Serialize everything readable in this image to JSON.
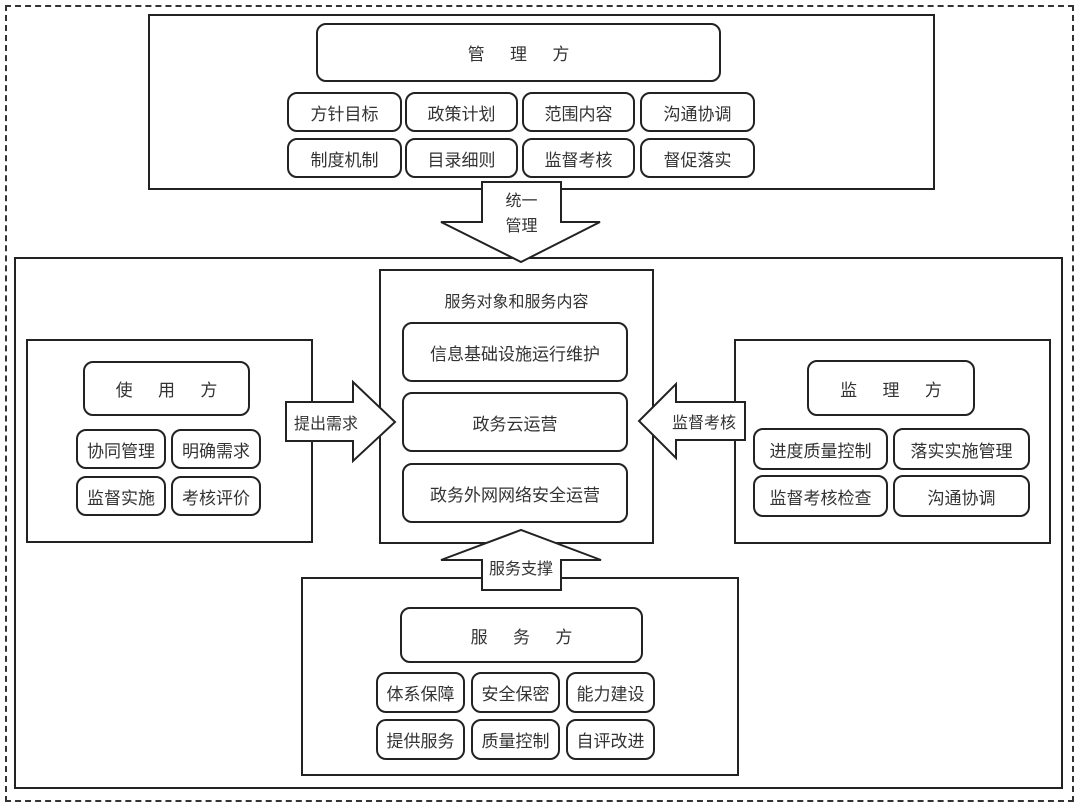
{
  "management": {
    "title": "管 理 方",
    "items": [
      "方针目标",
      "政策计划",
      "范围内容",
      "沟通协调",
      "制度机制",
      "目录细则",
      "监督考核",
      "督促落实"
    ]
  },
  "arrows": {
    "unified": [
      "统一",
      "管理"
    ],
    "demand": "提出需求",
    "supervise": "监督考核",
    "support": "服务支撑"
  },
  "service_content": {
    "title": "服务对象和服务内容",
    "items": [
      "信息基础设施运行维护",
      "政务云运营",
      "政务外网网络安全运营"
    ]
  },
  "user": {
    "title": "使 用 方",
    "items": [
      "协同管理",
      "明确需求",
      "监督实施",
      "考核评价"
    ]
  },
  "supervisor": {
    "title": "监 理 方",
    "items": [
      "进度质量控制",
      "落实实施管理",
      "监督考核检查",
      "沟通协调"
    ]
  },
  "provider": {
    "title": "服 务 方",
    "items": [
      "体系保障",
      "安全保密",
      "能力建设",
      "提供服务",
      "质量控制",
      "自评改进"
    ]
  }
}
